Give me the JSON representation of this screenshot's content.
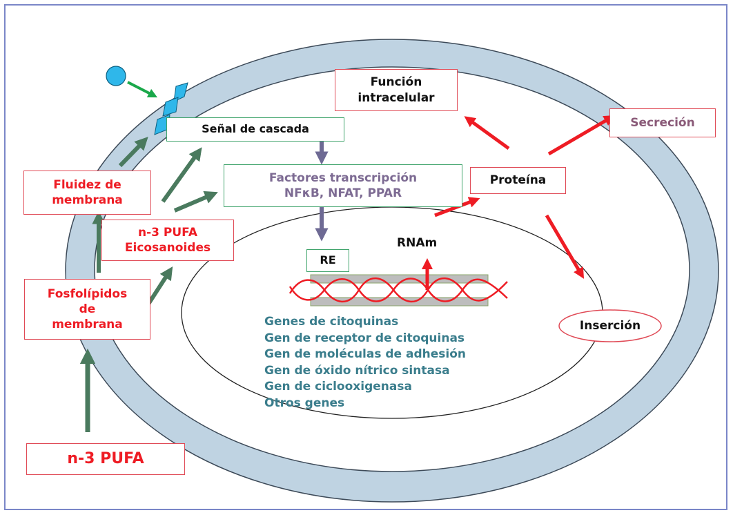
{
  "diagram": {
    "pufa_input": "n-3 PUFA",
    "fosfolipidos": "Fosfolípidos\nde\nmembrana",
    "fluidez": "Fluidez de\nmembrana",
    "eicosanoides": "n-3 PUFA\nEicosanoides",
    "senal": "Señal de cascada",
    "factores": "Factores transcripción\nNFκB, NFAT, PPAR",
    "re": "RE",
    "rnam": "RNAm",
    "proteina": "Proteína",
    "funcion": "Función\nintracelular",
    "secrecion": "Secreción",
    "insercion": "Inserción",
    "genes": [
      "Genes de citoquinas",
      "Gen de receptor de citoquinas",
      "Gen de moléculas de adhesión",
      "Gen de óxido nítrico sintasa",
      "Gen de ciclooxigenasa",
      "Otros genes"
    ]
  },
  "colors": {
    "membrane": "#bfd3e2",
    "green_arrow": "#4a7a5e",
    "red_arrow": "#ee1c24",
    "purple_arrow": "#6e6a94",
    "receptor": "#2fb7ea"
  }
}
